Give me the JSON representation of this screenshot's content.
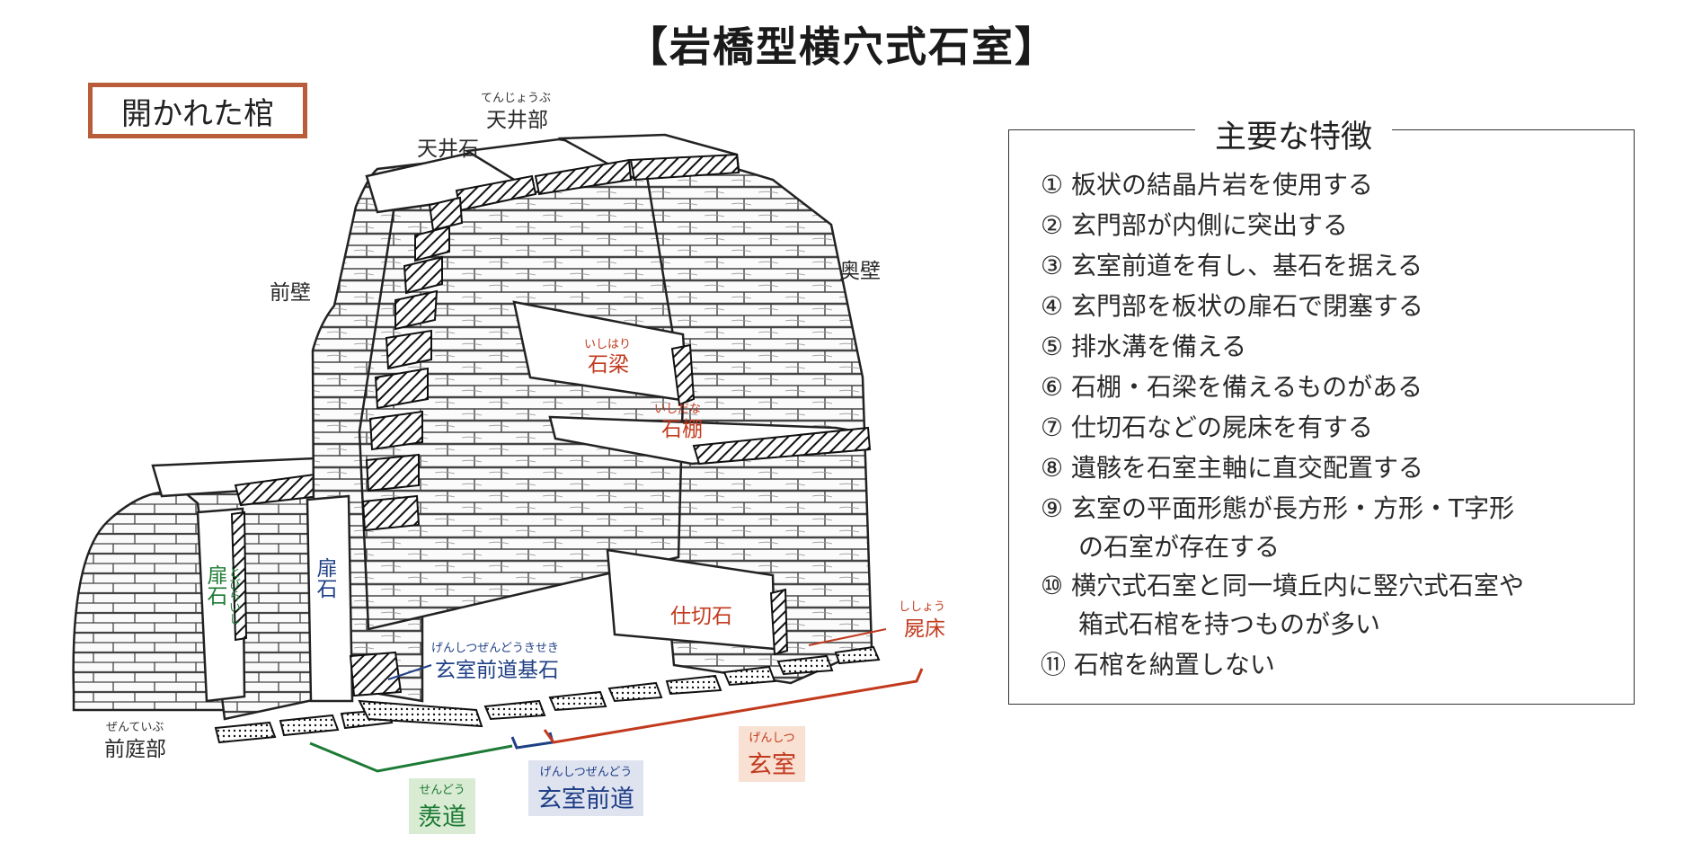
{
  "title": "【岩橋型横穴式石室】",
  "coffin_badge": "開かれた棺",
  "labels": {
    "ceiling_ruby": "てんじょうぶ",
    "ceiling": "天井部",
    "ceiling_stone": "天井石",
    "front_wall": "前壁",
    "back_wall": "奥壁",
    "beam_ruby": "いしはり",
    "beam": "石梁",
    "shelf_ruby": "いしだな",
    "shelf": "石棚",
    "partition": "仕切石",
    "bed_ruby": "ししょう",
    "bed": "屍床",
    "door_left": "扉石",
    "door_left_ruby": "とびらいし",
    "door_right": "扉石",
    "base_ruby": "げんしつぜんどうきせき",
    "base": "玄室前道基石",
    "forecourt_ruby": "ぜんていぶ",
    "forecourt": "前庭部",
    "passage_ruby": "せんどう",
    "passage": "羨道",
    "antechamber_ruby": "げんしつぜんどう",
    "antechamber": "玄室前道",
    "chamber_ruby": "げんしつ",
    "chamber": "玄室"
  },
  "features": {
    "title": "主要な特徴",
    "items": [
      "① 板状の結晶片岩を使用する",
      "② 玄門部が内側に突出する",
      "③ 玄室前道を有し、基石を据える",
      "④ 玄門部を板状の扉石で閉塞する",
      "⑤ 排水溝を備える",
      "⑥ 石棚・石梁を備えるものがある",
      "⑦ 仕切石などの屍床を有する",
      "⑧ 遺骸を石室主軸に直交配置する",
      "⑨ 玄室の平面形態が長方形・方形・T字形",
      "の石室が存在する",
      "⑩ 横穴式石室と同一墳丘内に竪穴式石室や",
      "箱式石棺を持つものが多い",
      "⑪ 石棺を納置しない"
    ]
  },
  "colors": {
    "accent_red": "#c23a1e",
    "accent_green": "#1d7a35",
    "accent_navy": "#1f3f86",
    "badge_border": "#b95c3a"
  }
}
